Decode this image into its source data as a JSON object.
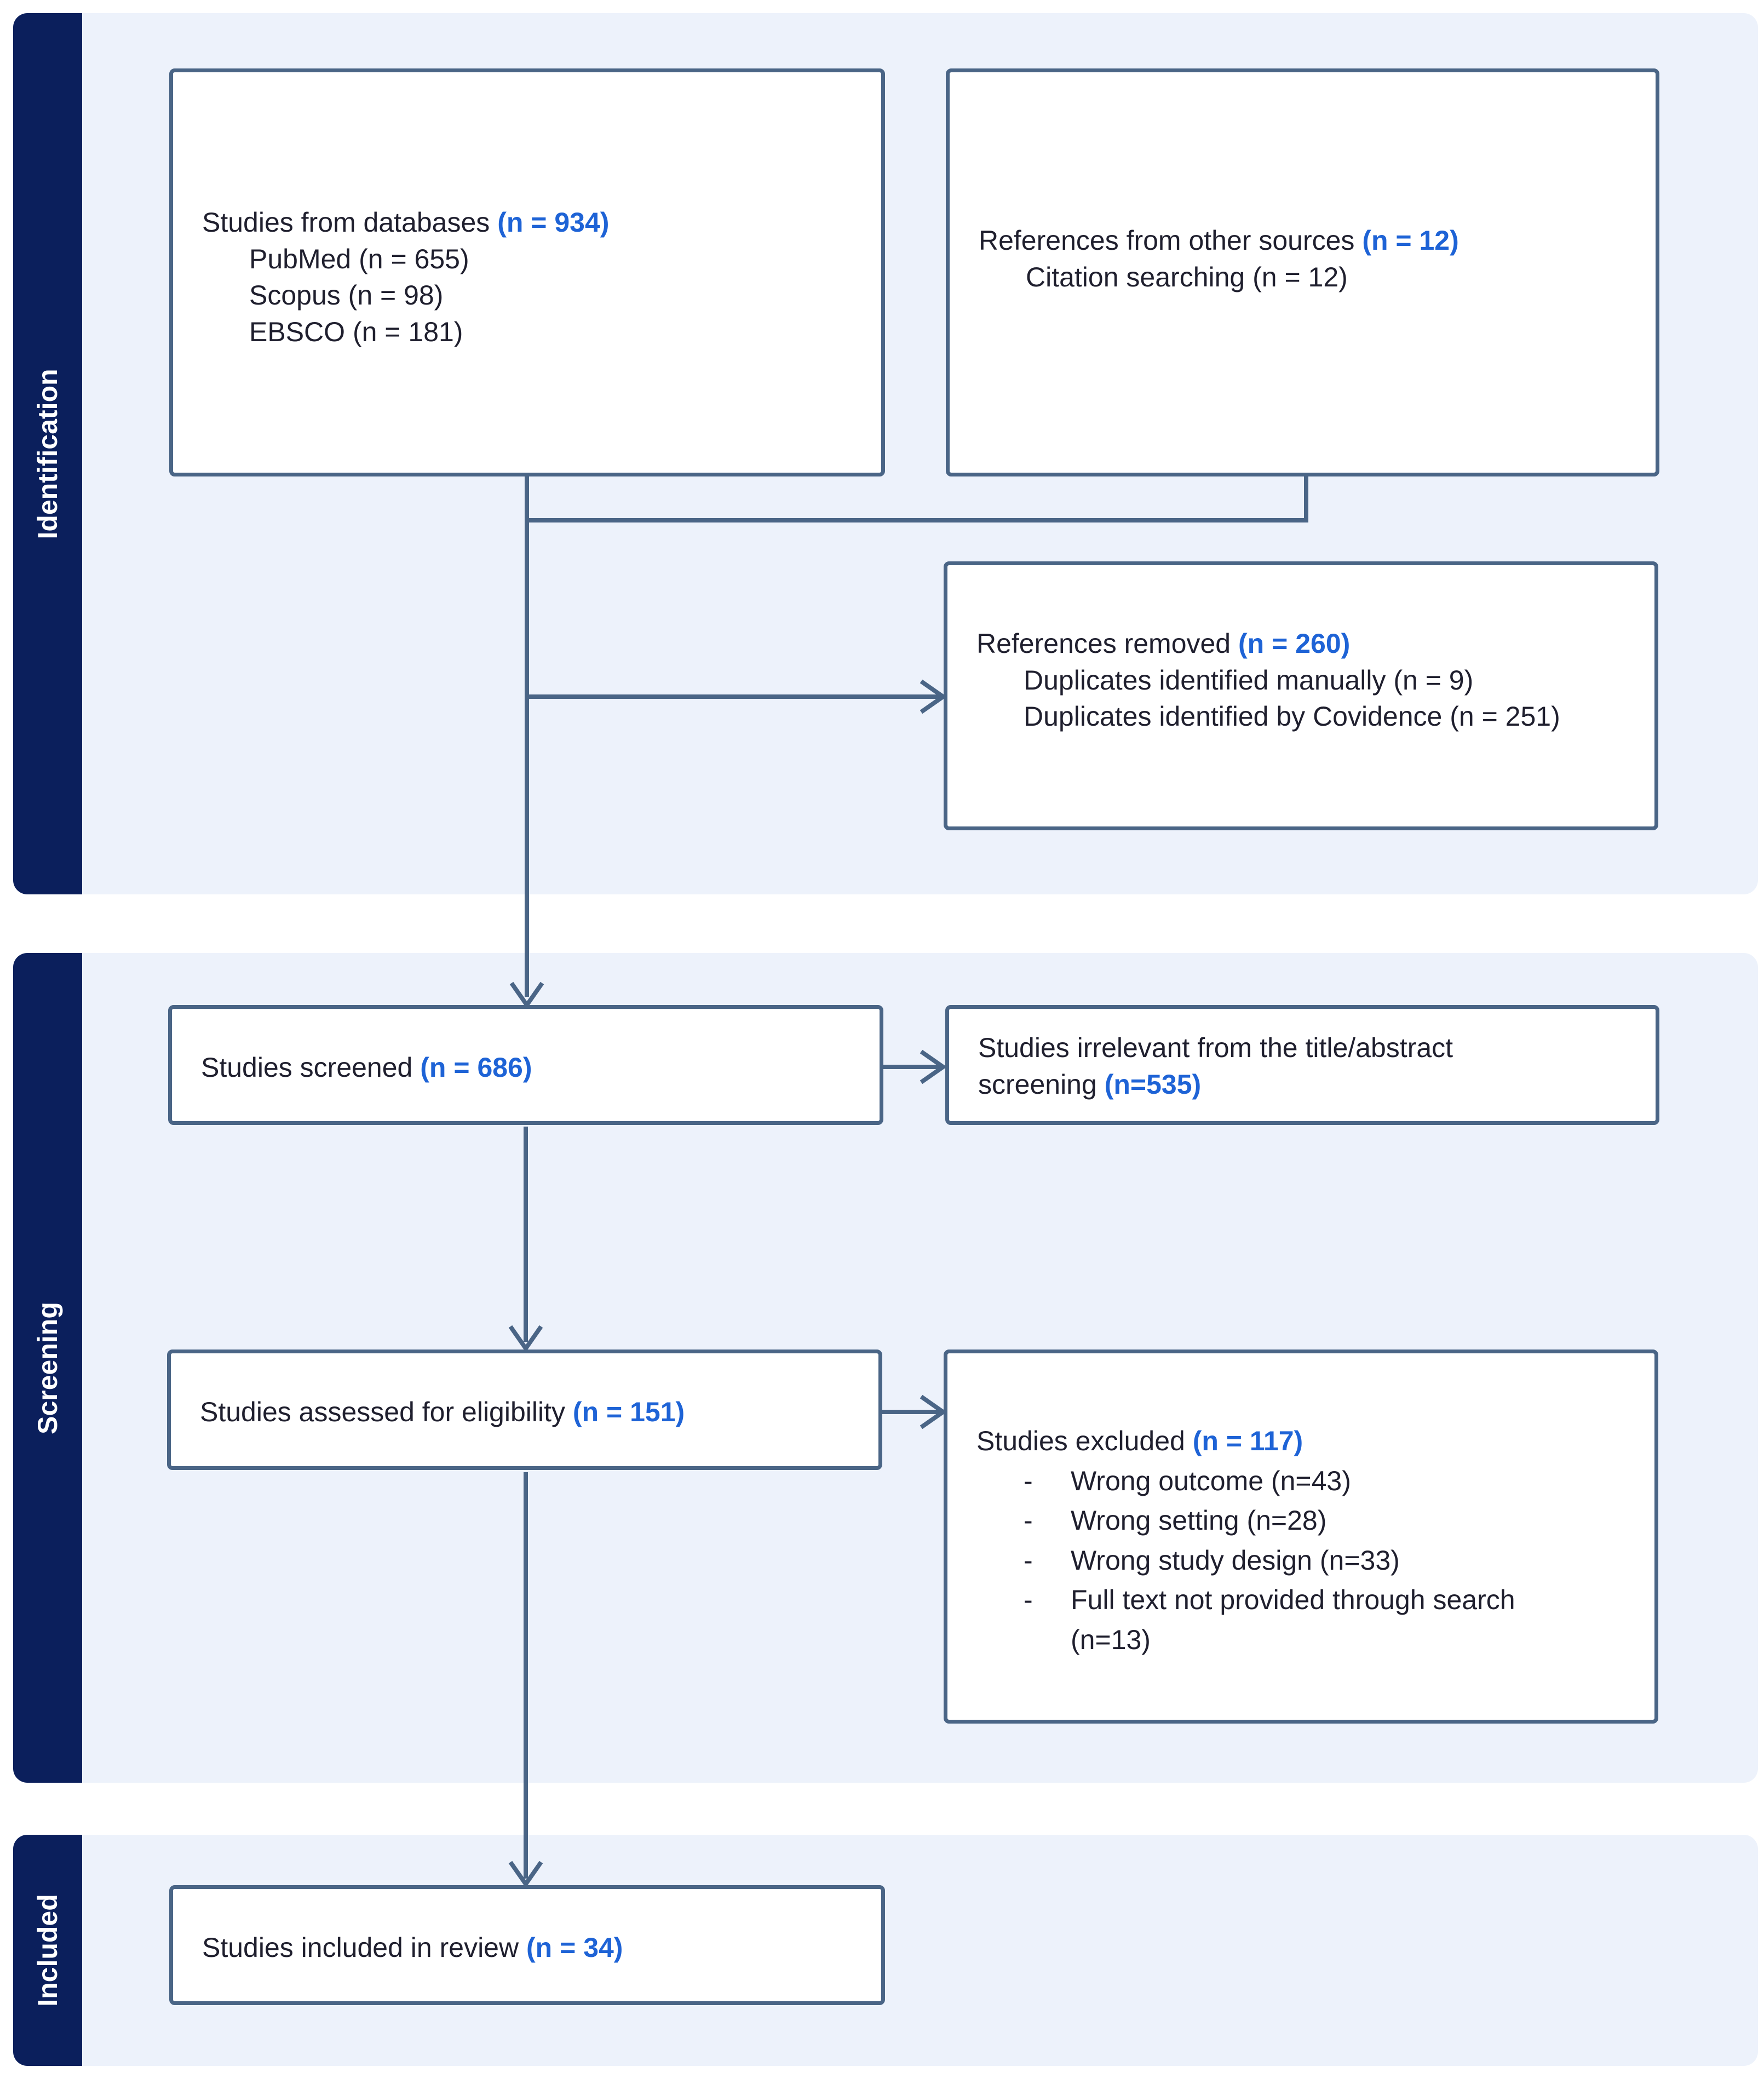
{
  "stages": {
    "identification": "Identification",
    "screening": "Screening",
    "included": "Included"
  },
  "databases": {
    "text": "Studies from databases",
    "count": "(n = 934)",
    "items": [
      "PubMed (n = 655)",
      "Scopus (n = 98)",
      "EBSCO (n = 181)"
    ]
  },
  "other_sources": {
    "text": "References from other sources",
    "count": "(n = 12)",
    "items": [
      "Citation searching (n = 12)"
    ]
  },
  "removed": {
    "text": "References removed",
    "count": "(n = 260)",
    "items": [
      "Duplicates identified manually (n = 9)",
      "Duplicates identified by Covidence (n = 251)"
    ]
  },
  "screened": {
    "text": "Studies screened",
    "count": "(n = 686)"
  },
  "irrelevant": {
    "line1": "Studies irrelevant from the title/abstract",
    "line2": "screening",
    "count": "(n=535)"
  },
  "eligibility": {
    "text": "Studies assessed for eligibility",
    "count": "(n = 151)"
  },
  "excluded": {
    "text": "Studies excluded",
    "count": "(n = 117)",
    "bullet": "-",
    "items": [
      "Wrong outcome (n=43)",
      "Wrong setting (n=28)",
      "Wrong study design (n=33)",
      "Full text not provided through search"
    ],
    "item4_cont": "(n=13)"
  },
  "included_box": {
    "text": "Studies included in review",
    "count": "(n = 34)"
  },
  "colors": {
    "sidebar": "#0b1f5c",
    "section_bg": "#edf2fb",
    "box_border": "#4a6586",
    "count_text": "#1e63d6"
  }
}
